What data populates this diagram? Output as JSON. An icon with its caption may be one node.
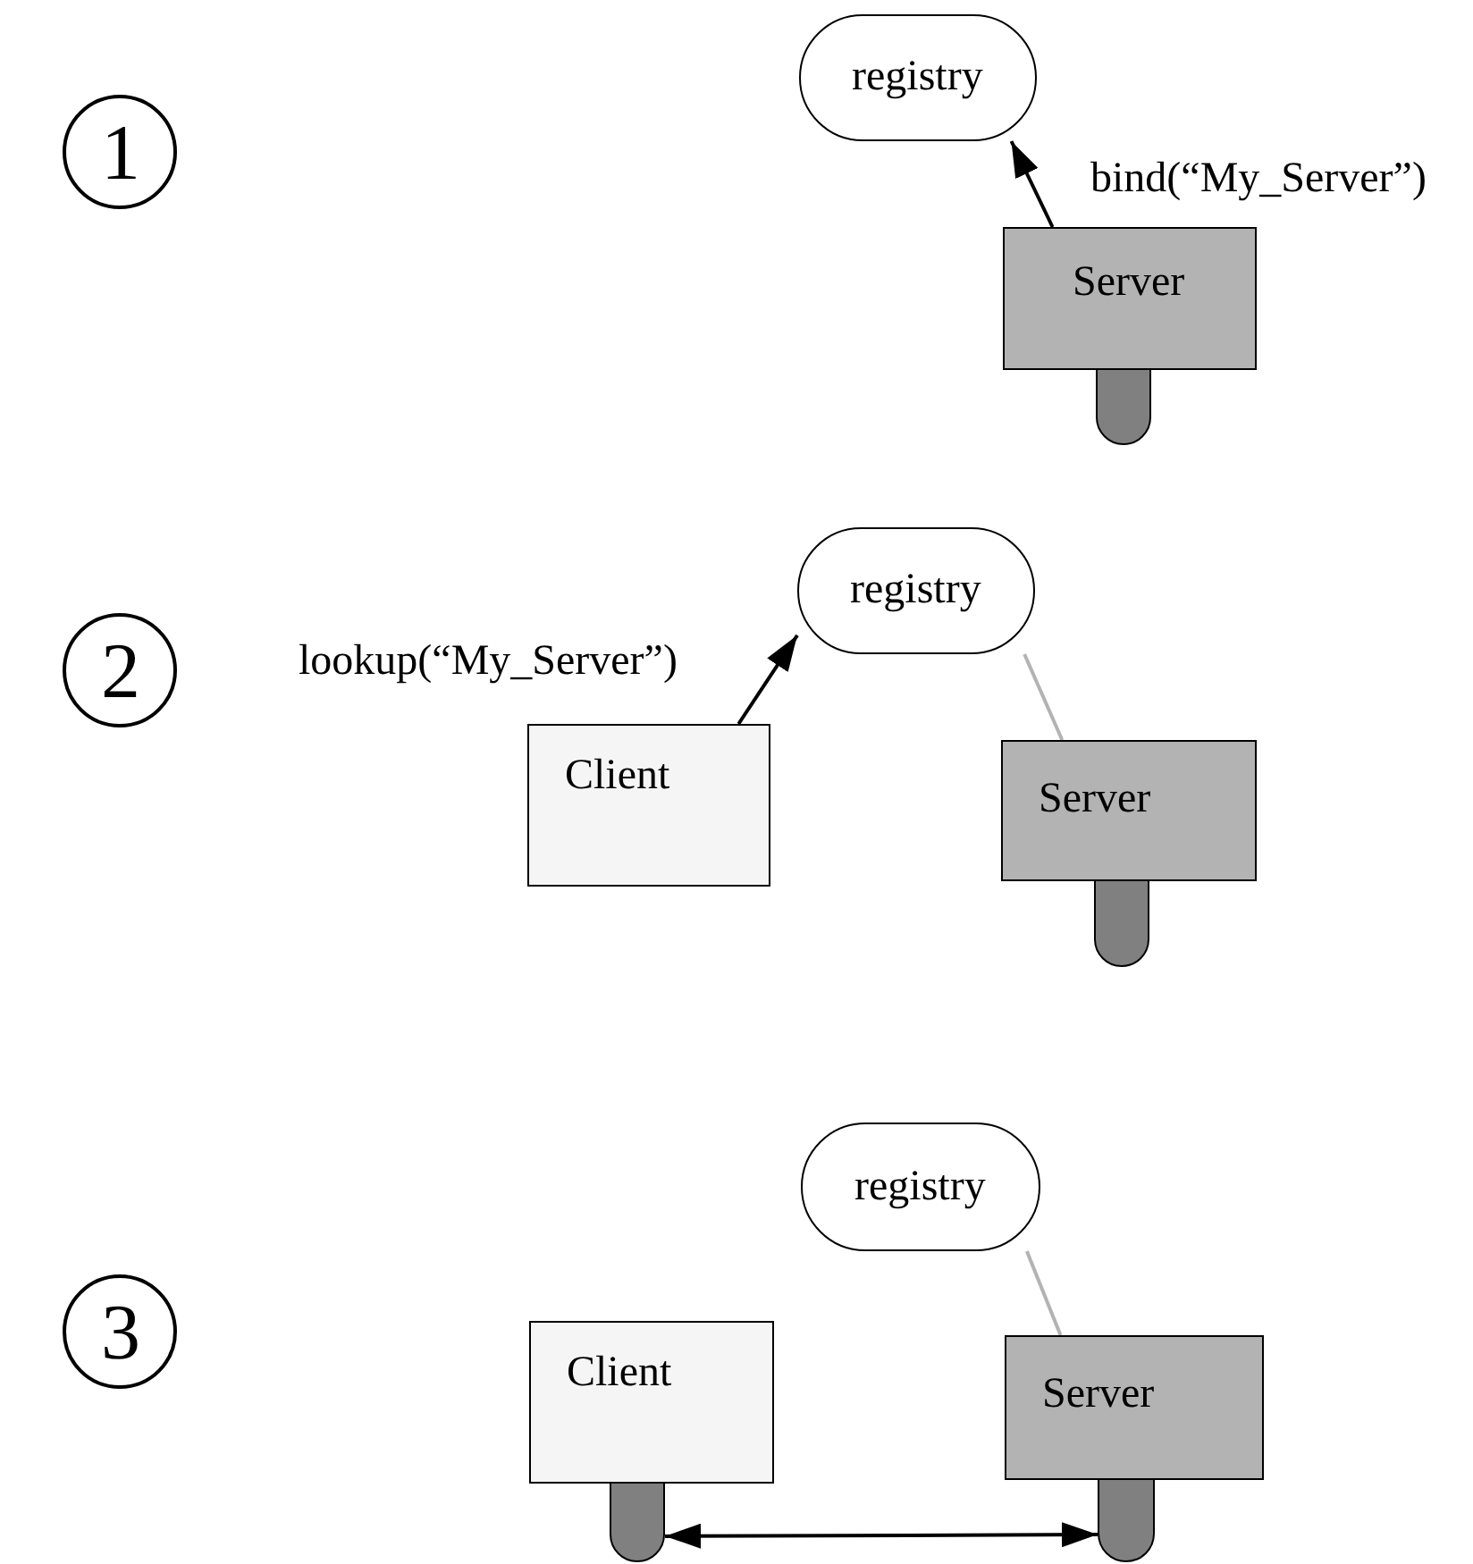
{
  "diagram": {
    "nodes": [
      {
        "text": [
          "1"
        ]
      },
      {
        "text": [
          "registry"
        ]
      },
      {
        "text": [
          "Server"
        ]
      },
      {
        "text": [],
        "shape": "bar"
      },
      {
        "text": [
          "2"
        ]
      },
      {
        "text": [
          "registry"
        ]
      },
      {
        "text": [
          "Client"
        ]
      },
      {
        "text": [
          "Server"
        ]
      },
      {
        "text": [],
        "shape": "bar"
      },
      {
        "text": [
          "3"
        ]
      },
      {
        "text": [
          "registry"
        ]
      },
      {
        "text": [
          "Client"
        ]
      },
      {
        "text": [
          "Server"
        ]
      },
      {
        "text": [],
        "shape": "bar"
      },
      {
        "text": [],
        "shape": "bar"
      }
    ],
    "edges": [
      {
        "from": 2,
        "to": 1,
        "arrow": "to",
        "label": "bind(“My_Server”)"
      },
      {
        "from": 6,
        "to": 5,
        "arrow": "to",
        "label": "lookup(“My_Server”)"
      },
      {
        "from": 5,
        "to": 7,
        "arrow": "none",
        "color": "#b3b3b3"
      },
      {
        "from": 10,
        "to": 12,
        "arrow": "none",
        "color": "#b3b3b3"
      },
      {
        "from": 13,
        "to": 14,
        "arrow": "both"
      }
    ]
  }
}
